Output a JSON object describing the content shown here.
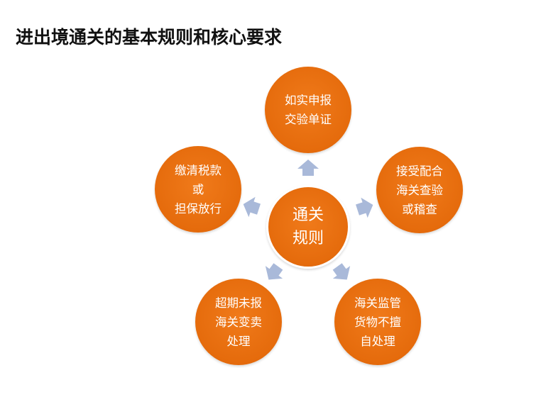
{
  "title": "进出境通关的基本规则和核心要求",
  "colors": {
    "circle_fill": "#e56b0c",
    "arrow_fill": "#a9b9d9",
    "text": "#ffffff"
  },
  "center": {
    "lines": [
      "通关",
      "规则"
    ]
  },
  "nodes": [
    {
      "id": "top",
      "lines": [
        "如实申报",
        "交验单证"
      ]
    },
    {
      "id": "right",
      "lines": [
        "接受配合",
        "海关查验",
        "或稽查"
      ]
    },
    {
      "id": "bottom-right",
      "lines": [
        "海关监管",
        "货物不擅",
        "自处理"
      ]
    },
    {
      "id": "bottom-left",
      "lines": [
        "超期未报",
        "海关变卖",
        "处理"
      ]
    },
    {
      "id": "left",
      "lines": [
        "缴清税款",
        "或",
        "担保放行"
      ]
    }
  ]
}
